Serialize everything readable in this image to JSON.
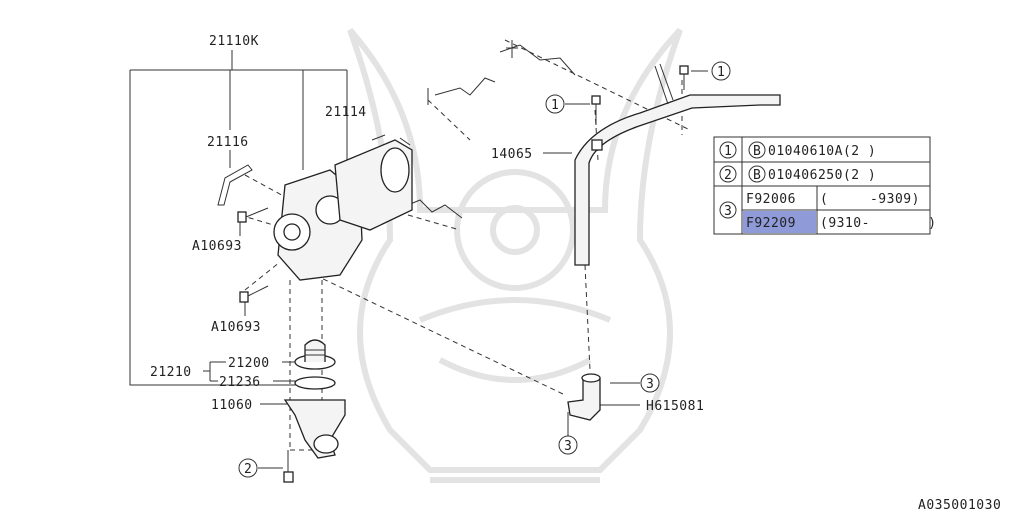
{
  "callouts": {
    "p21110k": "21110K",
    "p21116": "21116",
    "p21114": "21114",
    "a10693_top": "A10693",
    "a10693_bottom": "A10693",
    "p21200": "21200",
    "p21210": "21210",
    "p21236": "21236",
    "p11060": "11060",
    "p14065": "14065",
    "h615081": "H615081",
    "diagram_code": "A035001030"
  },
  "markers": {
    "one": "1",
    "two": "2",
    "three": "3"
  },
  "legend": {
    "rows": [
      {
        "marker": "1",
        "prefix": "B",
        "text": "01040610A(2 )"
      },
      {
        "marker": "2",
        "prefix": "B",
        "text": "010406250(2 )"
      }
    ],
    "row3": {
      "marker": "3",
      "items": [
        {
          "part": "F92006",
          "range": "(     -9309)"
        },
        {
          "part": "F92209",
          "range": "(9310-       )",
          "highlight": true
        }
      ]
    }
  },
  "colors": {
    "highlight": "#8f9ad8",
    "line": "#222222",
    "watermark": "#e3e3e3"
  }
}
